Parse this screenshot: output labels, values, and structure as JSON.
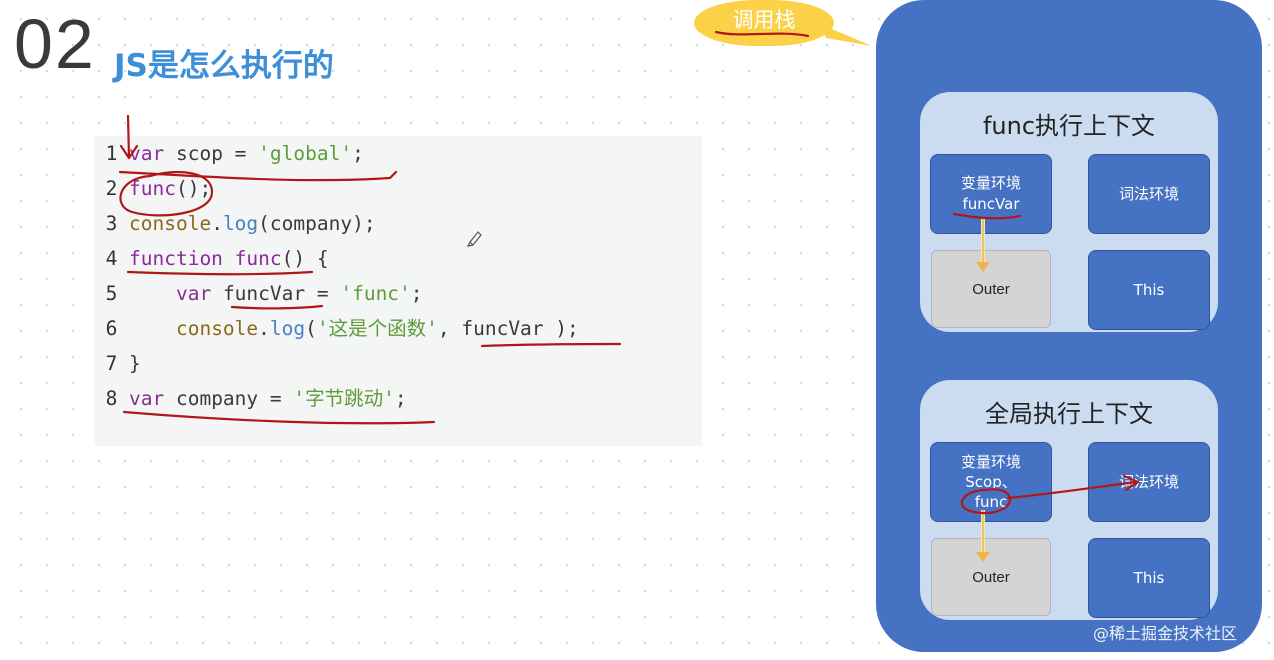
{
  "slide": {
    "number": "02",
    "title": "JS是怎么执行的"
  },
  "code": {
    "line_numbers": [
      "1",
      "2",
      "3",
      "4",
      "5",
      "6",
      "7",
      "8"
    ],
    "lines": [
      {
        "t1": "var",
        "t2": " scop = ",
        "t3": "'global'",
        "t4": ";"
      },
      {
        "t1": "func",
        "t2": "();"
      },
      {
        "t1": "console",
        "t2": ".",
        "t3": "log",
        "t4": "(company);"
      },
      {
        "t1": "function",
        "t2": " ",
        "t3": "func",
        "t4": "() {"
      },
      {
        "t1": "var",
        "t2": " funcVar = ",
        "t3": "'func'",
        "t4": ";"
      },
      {
        "t1": "console",
        "t2": ".",
        "t3": "log",
        "t4": "(",
        "t5": "'这是个函数'",
        "t6": ", funcVar );"
      },
      {
        "t1": "}"
      },
      {
        "t1": "var",
        "t2": " company = ",
        "t3": "'字节跳动'",
        "t4": ";"
      }
    ]
  },
  "callstack": {
    "callout_label": "调用栈",
    "func_context": {
      "title": "func执行上下文",
      "variable_env_label": "变量环境",
      "variable_env_value": "funcVar",
      "lexical_env_label": "词法环境",
      "outer_label": "Outer",
      "this_label": "This"
    },
    "global_context": {
      "title": "全局执行上下文",
      "variable_env_label": "变量环境",
      "variable_env_value_1": "Scop、",
      "variable_env_value_2": "func",
      "lexical_env_label": "词法环境",
      "outer_label": "Outer",
      "this_label": "This"
    }
  },
  "watermark": "@稀土掘金技术社区",
  "colors": {
    "stack_blue": "#4672c4",
    "context_light_blue": "#cbdcf1",
    "callout_yellow": "#fbd247",
    "title_blue": "#3d8fd8",
    "ink_red": "#b01818"
  }
}
